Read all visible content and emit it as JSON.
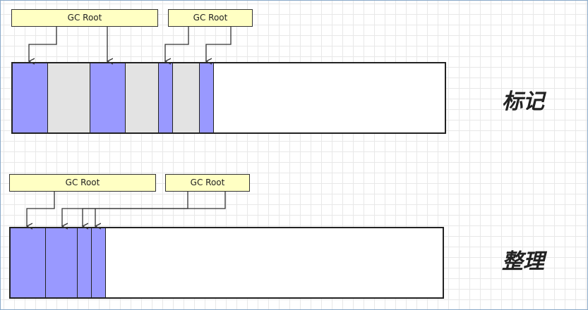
{
  "mark_phase": {
    "title": "标记",
    "roots": [
      {
        "label": "GC Root"
      },
      {
        "label": "GC Root"
      }
    ],
    "cells": [
      "live",
      "dead",
      "live",
      "dead",
      "live",
      "dead",
      "live"
    ]
  },
  "compact_phase": {
    "title": "整理",
    "roots": [
      {
        "label": "GC Root"
      },
      {
        "label": "GC Root"
      }
    ],
    "cells": [
      "live",
      "live",
      "live",
      "live"
    ]
  },
  "colors": {
    "live": "#9999ff",
    "dead": "#e3e3e3",
    "root_box": "#ffffc3"
  }
}
